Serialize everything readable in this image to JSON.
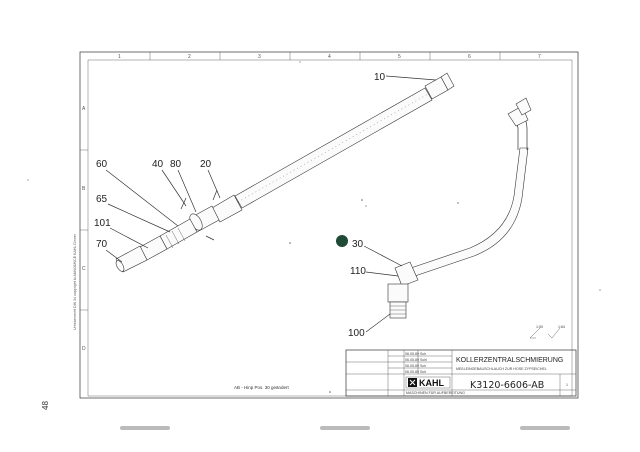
{
  "drawing": {
    "title": "KOLLERZENTRALSCHMIERUNG",
    "subtitle": "MEßLEINGEBAUSCHLAUCH ZUR HOSE ZYPSEICHEL",
    "drawing_number": "K3120-6606-AB",
    "company_logo": "KAHL",
    "company_subtext": "MASCHINEN FÜR AUFBEREITUNG",
    "note_bottom": "AB - Hinp Pos. 30 geändert",
    "page_number": "48",
    "sheet_label": "1",
    "margin_copyright": "Urheberrecht DIN 34 copyright to ANNOUNCE KAHL Dinner"
  },
  "callouts": [
    "10",
    "20",
    "30",
    "40",
    "60",
    "65",
    "70",
    "80",
    "100",
    "101",
    "110"
  ],
  "view_labels": [
    "1:50",
    "1:84"
  ],
  "grid_labels": {
    "top": [
      "1",
      "2",
      "3",
      "4",
      "5",
      "6",
      "7"
    ],
    "left": [
      "A",
      "B",
      "C",
      "D"
    ]
  },
  "title_block_rows": [
    {
      "a": "06.05.89",
      "b": "Sch"
    },
    {
      "a": "06.05.89",
      "b": "Schl"
    },
    {
      "a": "06.05.89",
      "b": "Sch"
    },
    {
      "a": "06.05.89",
      "b": "Sch"
    }
  ],
  "colors": {
    "ink": "#333333",
    "paper": "#ffffff",
    "dot": "#1f4a36"
  }
}
